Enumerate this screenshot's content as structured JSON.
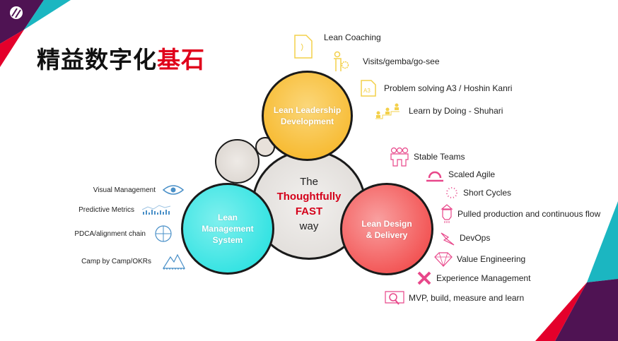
{
  "title": {
    "part1": "精益数字化",
    "part2": "基石"
  },
  "colors": {
    "purple": "#4f1353",
    "teal": "#1bb6c1",
    "red": "#e4002b",
    "orange": "#f6b21c",
    "cyan": "#19dede",
    "pink": "#e8478a",
    "blue": "#4a90c8"
  },
  "center": {
    "line1": "The",
    "line2": "Thoughtfully",
    "line3": "FAST",
    "line4": "way"
  },
  "circles": {
    "leadership": {
      "line1": "Lean Leadership",
      "line2": "Development"
    },
    "management": {
      "line1": "Lean",
      "line2": "Management",
      "line3": "System"
    },
    "delivery": {
      "line1": "Lean Design",
      "line2": "& Delivery"
    }
  },
  "leadership_items": [
    {
      "label": "Lean Coaching",
      "icon": "document-coaching-icon"
    },
    {
      "label": "Visits/gemba/go-see",
      "icon": "person-gear-icon"
    },
    {
      "label": "Problem solving A3 / Hoshin Kanri",
      "icon": "a3-document-icon",
      "icon_text": "A3"
    },
    {
      "label": "Learn by Doing - Shuhari",
      "icon": "people-steps-icon"
    }
  ],
  "management_items": [
    {
      "label": "Visual Management",
      "icon": "eye-icon"
    },
    {
      "label": "Predictive Metrics",
      "icon": "bar-chart-icon"
    },
    {
      "label": "PDCA/alignment chain",
      "icon": "pdca-cycle-icon"
    },
    {
      "label": "Camp by Camp/OKRs",
      "icon": "mountain-icon"
    }
  ],
  "delivery_items": [
    {
      "label": "Stable Teams",
      "icon": "team-icon"
    },
    {
      "label": "Scaled Agile",
      "icon": "agile-loop-icon"
    },
    {
      "label": "Short Cycles",
      "icon": "dotted-cycle-icon"
    },
    {
      "label": "Pulled production and continuous flow",
      "icon": "funnel-icon"
    },
    {
      "label": "DevOps",
      "icon": "lightning-icon"
    },
    {
      "label": "Value Engineering",
      "icon": "diamond-icon"
    },
    {
      "label": "Experience Management",
      "icon": "pencil-ruler-icon"
    },
    {
      "label": "MVP, build, measure and learn",
      "icon": "magnifier-icon"
    }
  ]
}
